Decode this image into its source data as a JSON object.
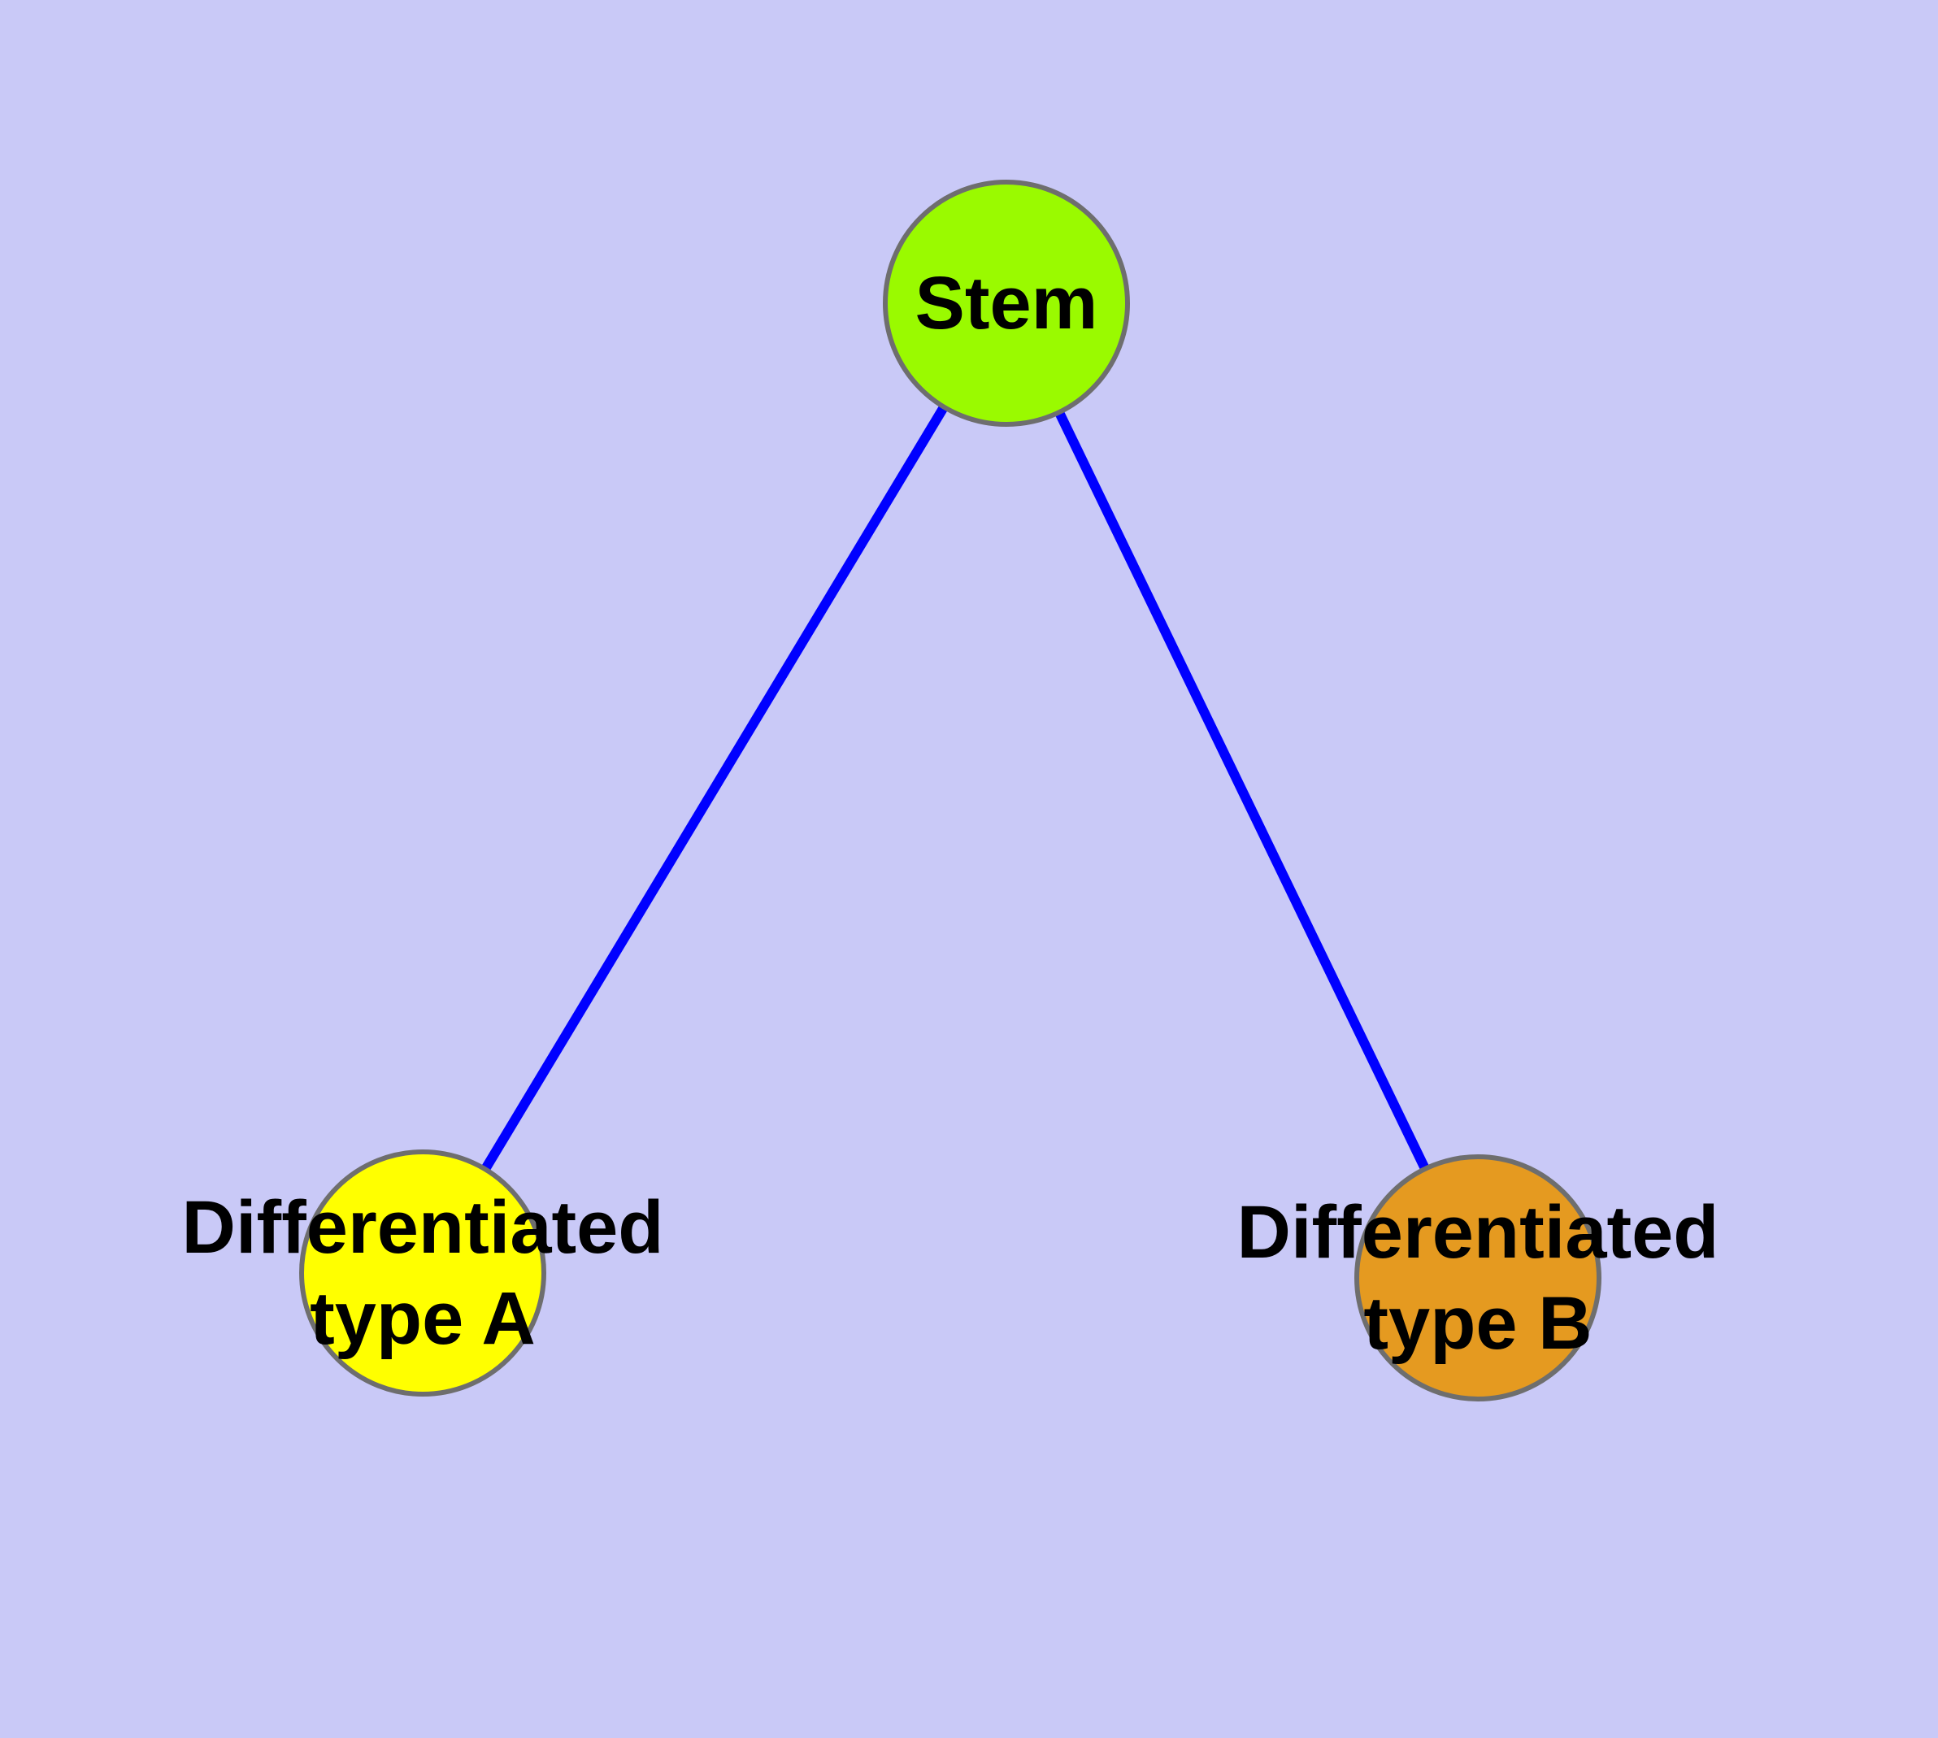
{
  "diagram": {
    "type": "node-link-graph",
    "background_color": "#C9C9F7",
    "edge_color": "#0000FF",
    "node_border_color": "#6E6E6E",
    "label_color": "#000000",
    "nodes": [
      {
        "id": "stem",
        "label": "Stem",
        "color": "#9AFA00"
      },
      {
        "id": "differentiated-type-a",
        "label": "Differentiated type A",
        "label_line1": "Differentiated",
        "label_line2": "type A",
        "color": "#FFFF00"
      },
      {
        "id": "differentiated-type-b",
        "label": "Differentiated type B",
        "label_line1": "Differentiated",
        "label_line2": "type B",
        "color": "#E59A20"
      }
    ],
    "edges": [
      {
        "source": "Stem",
        "target": "Differentiated type A"
      },
      {
        "source": "Stem",
        "target": "Differentiated type B"
      }
    ]
  }
}
